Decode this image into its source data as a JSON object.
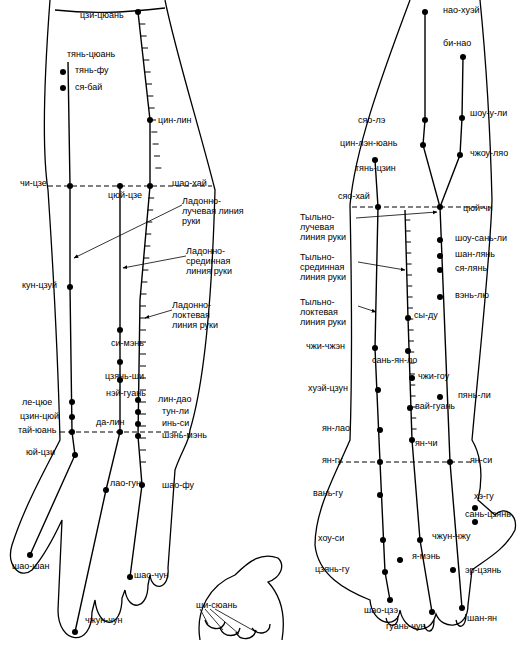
{
  "diagram": {
    "labels": [
      "цзи-цюань",
      "тянь-цюань",
      "тянь-фу",
      "ся-бай",
      "цин-лин",
      "чи-цзе",
      "шао-хай",
      "цюй-цзе",
      "Ладонно-лучевая линия руки",
      "Ладонно-срединная линия руки",
      "кун-цзуй",
      "Ладонно-локтевая линия руки",
      "си-мэнь",
      "цзянь-ши",
      "нэй-гуань",
      "лин-дао",
      "ле-цюе",
      "тун-ли",
      "цзин-цюй",
      "инь-си",
      "да-лин",
      "тай-юань",
      "шэнь-мэнь",
      "юй-цзи",
      "лао-гун",
      "шао-фу",
      "шао-шан",
      "шао-чун",
      "ши-сюань",
      "чжун-чун",
      "нао-хуэй",
      "би-нао",
      "шоу-у-ли",
      "сяо-лэ",
      "цин-лэн-юань",
      "чжоу-ляо",
      "тянь-цзин",
      "сяо-хай",
      "цюй-чи",
      "Тыльно-лучевая линия руки",
      "шоу-сань-ли",
      "шан-лянь",
      "Тыльно-срединная линия руки",
      "ся-лянь",
      "вэнь-лю",
      "Тыльно-локтевая линия руки",
      "сы-ду",
      "чжи-чжэн",
      "сань-ян-ло",
      "чжи-гоу",
      "хуэй-цзун",
      "пянь-ли",
      "вай-гуань",
      "ян-лао",
      "ян-чи",
      "ян-гу",
      "ян-си",
      "вань-гу",
      "хэ-гу",
      "сань-цзянь",
      "хоу-си",
      "чжун-чжу",
      "я-мэнь",
      "цзянь-гу",
      "эр-цзянь",
      "шао-цзэ",
      "шан-ян",
      "гуань-чун"
    ]
  }
}
